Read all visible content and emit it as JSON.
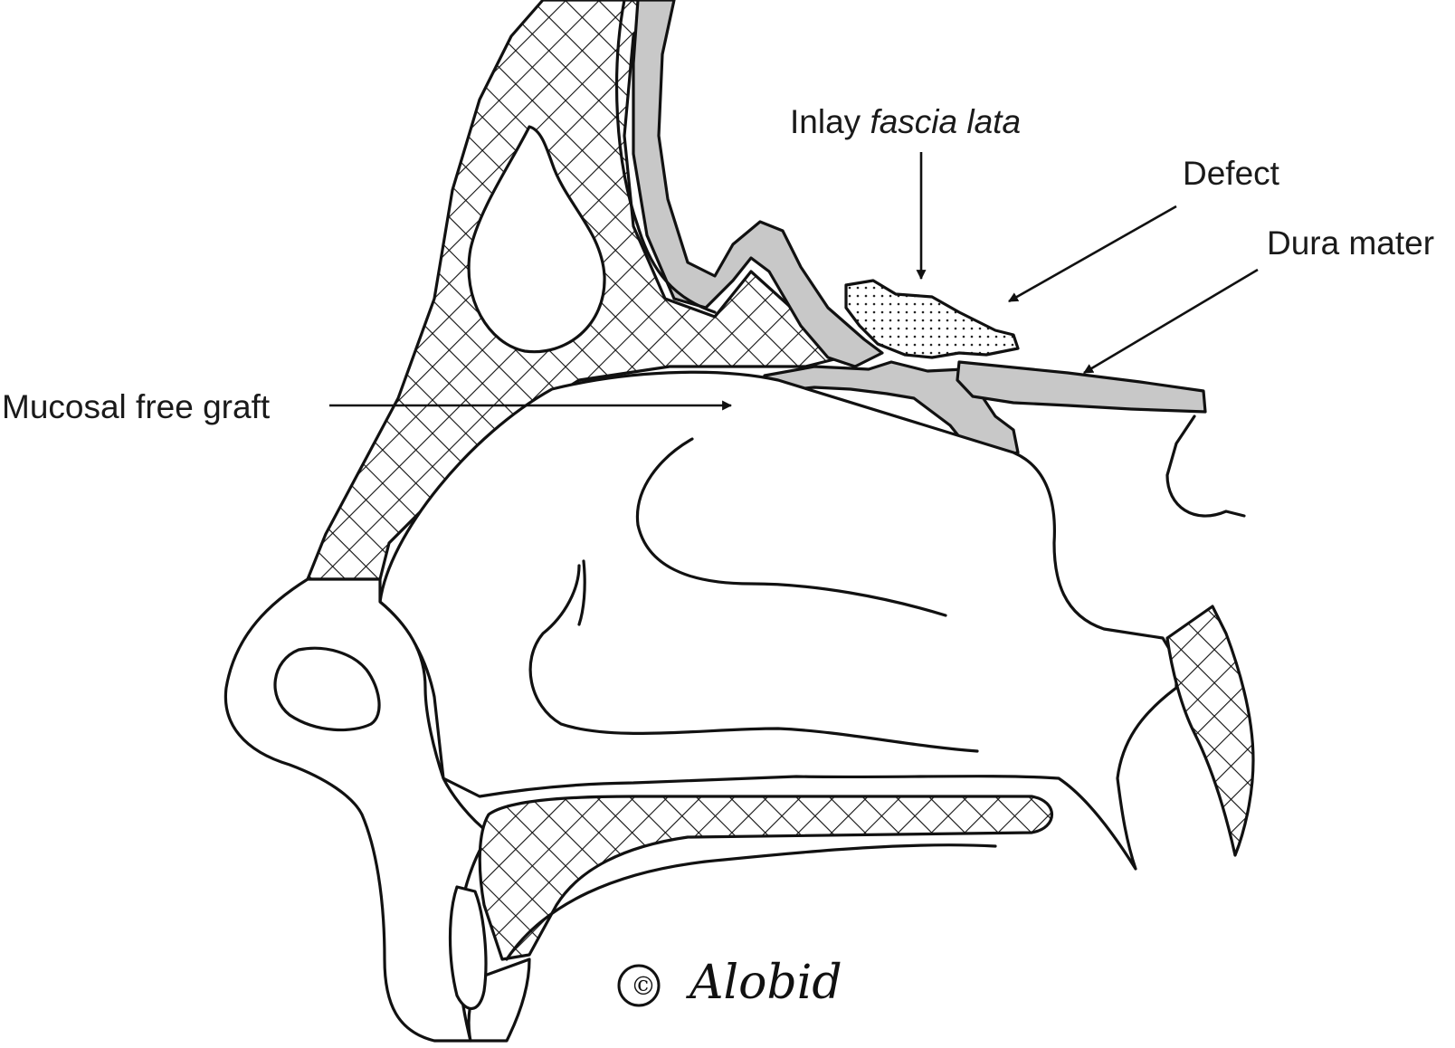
{
  "figure": {
    "labels": {
      "inlay_prefix": "Inlay ",
      "inlay_italic": "fascia lata",
      "defect": "Defect",
      "dura_mater": "Dura mater",
      "mucosal_free_graft": "Mucosal free graft"
    },
    "copyright_symbol": "©",
    "signature": "Alobid",
    "colors": {
      "line": "#111111",
      "graft_fill": "#c8c8c8",
      "background": "#ffffff"
    }
  }
}
